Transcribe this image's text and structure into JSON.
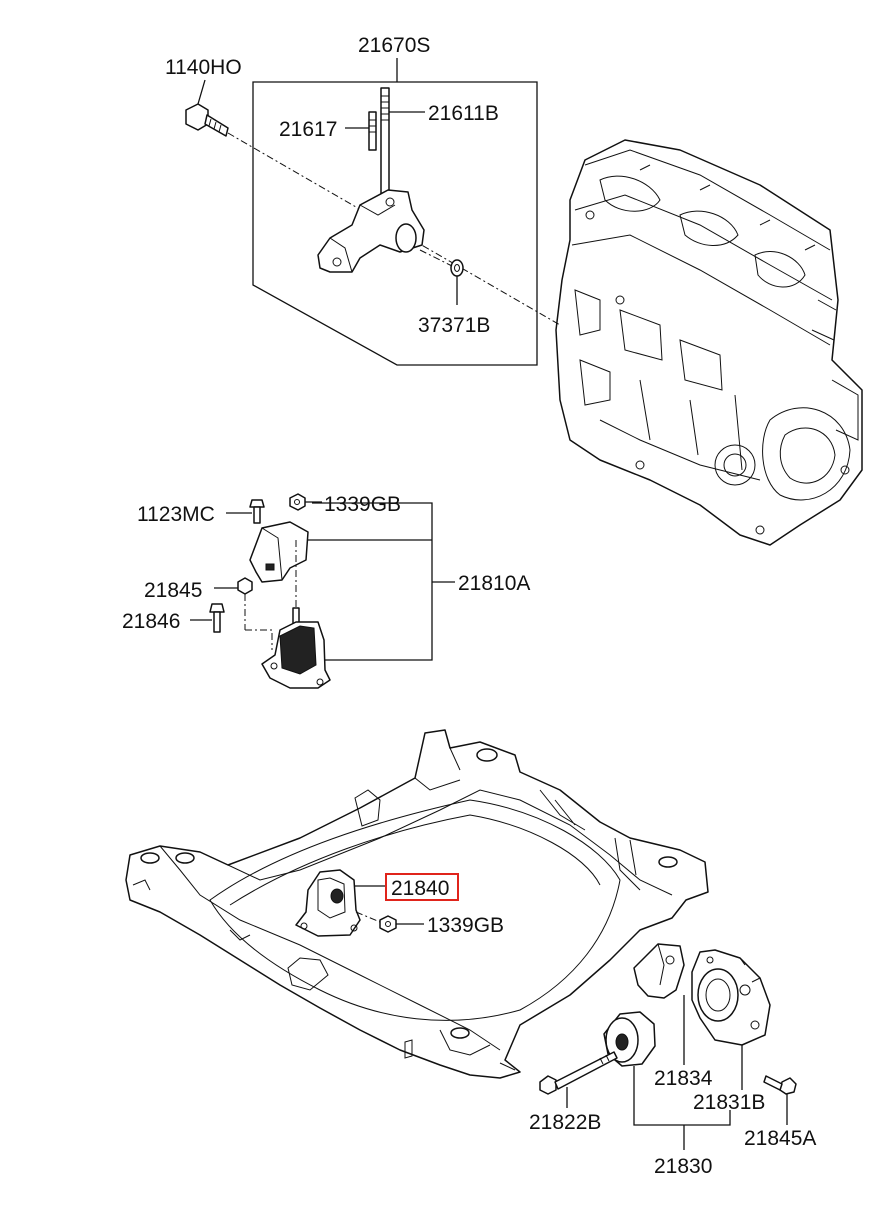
{
  "labels": {
    "p21670S": "21670S",
    "p1140HO": "1140HO",
    "p21617": "21617",
    "p21611B": "21611B",
    "p37371B": "37371B",
    "p1123MC": "1123MC",
    "p1339GB_top": "1339GB",
    "p21810A": "21810A",
    "p21845": "21845",
    "p21846": "21846",
    "p21840": "21840",
    "p1339GB_bottom": "1339GB",
    "p21834": "21834",
    "p21831B": "21831B",
    "p21822B": "21822B",
    "p21845A": "21845A",
    "p21830": "21830"
  },
  "highlight": {
    "part": "21840",
    "color": "#e0241b"
  }
}
